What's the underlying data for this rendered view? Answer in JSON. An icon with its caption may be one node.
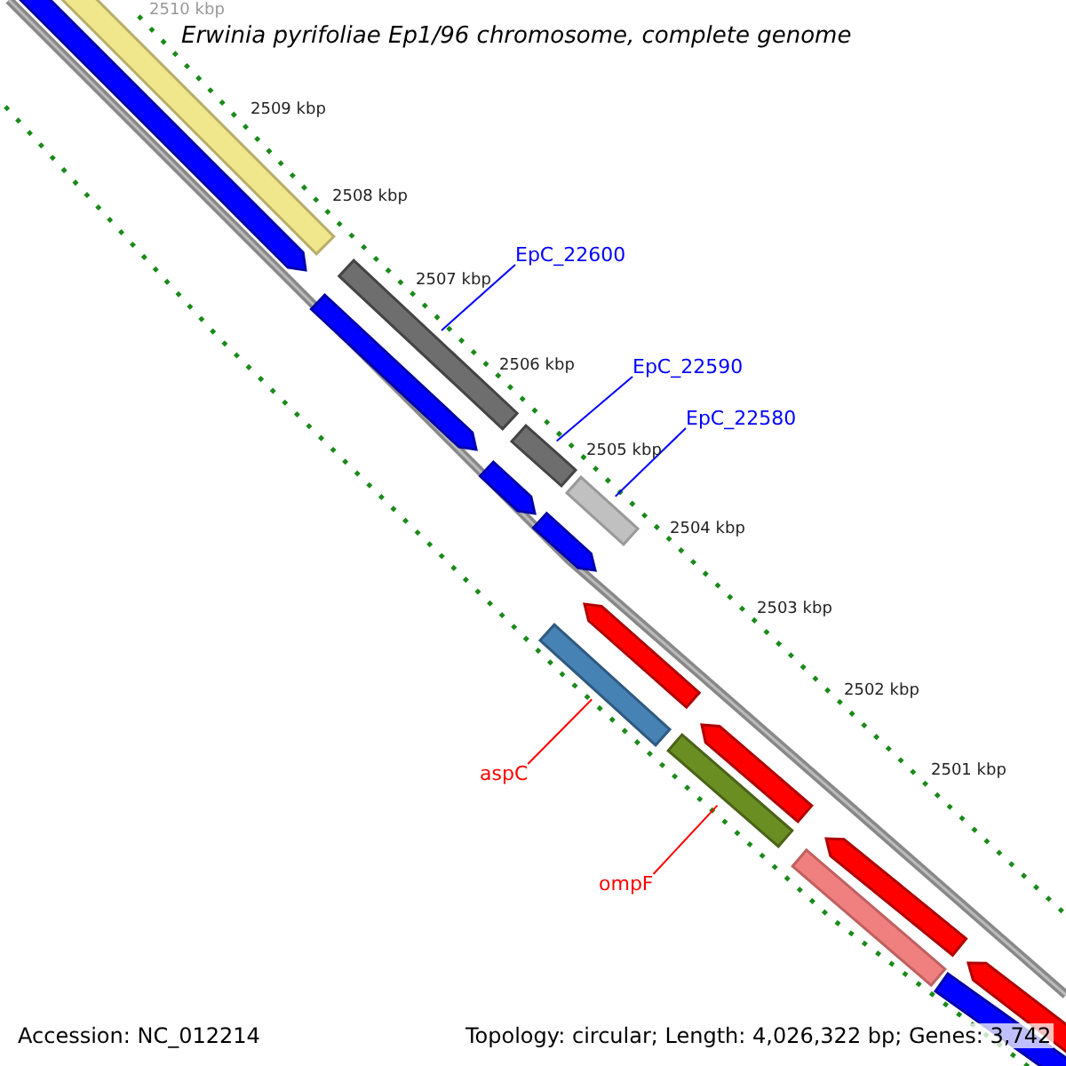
{
  "diagram": {
    "title": "Erwinia pyrifoliae Ep1/96 chromosome, complete genome",
    "nodes": [
      {
        "text": [
          "EpC_22600"
        ]
      },
      {
        "text": [
          "EpC_22590"
        ]
      },
      {
        "text": [
          "EpC_22580"
        ]
      },
      {
        "text": [
          "aspC"
        ]
      },
      {
        "text": [
          "ompF"
        ]
      },
      {
        "text": [],
        "shape": "bar"
      },
      {
        "text": [],
        "shape": "bar"
      },
      {
        "text": [],
        "shape": "bar"
      },
      {
        "text": [],
        "shape": "bar"
      },
      {
        "text": [],
        "shape": "bar"
      },
      {
        "text": [],
        "shape": "bar"
      },
      {
        "text": [],
        "shape": "bar"
      },
      {
        "text": [],
        "shape": "bar"
      },
      {
        "text": [],
        "shape": "bar"
      },
      {
        "text": [],
        "shape": "bar"
      },
      {
        "text": [],
        "shape": "bar"
      },
      {
        "text": [],
        "shape": "bar"
      },
      {
        "text": [],
        "shape": "bar"
      },
      {
        "text": [],
        "shape": "bar"
      },
      {
        "text": [],
        "shape": "bar"
      },
      {
        "text": [],
        "shape": "bar"
      }
    ],
    "edges": [
      {
        "from": 0,
        "to": 7,
        "arrow": "none"
      },
      {
        "from": 1,
        "to": 9,
        "arrow": "none"
      },
      {
        "from": 2,
        "to": 11,
        "arrow": "none"
      },
      {
        "from": 3,
        "to": 13,
        "arrow": "none",
        "color": "#ff0000"
      },
      {
        "from": 4,
        "to": 15,
        "arrow": "none",
        "color": "#ff0000"
      }
    ],
    "labels": [
      "2510 kbp",
      "2509 kbp",
      "2508 kbp",
      "2507 kbp",
      "2506 kbp",
      "2505 kbp",
      "2504 kbp",
      "2503 kbp",
      "2502 kbp",
      "2501 kbp",
      "Accession: NC_012214",
      "Topology: circular; Length: 4,026,322 bp; Genes: 3,742"
    ]
  }
}
